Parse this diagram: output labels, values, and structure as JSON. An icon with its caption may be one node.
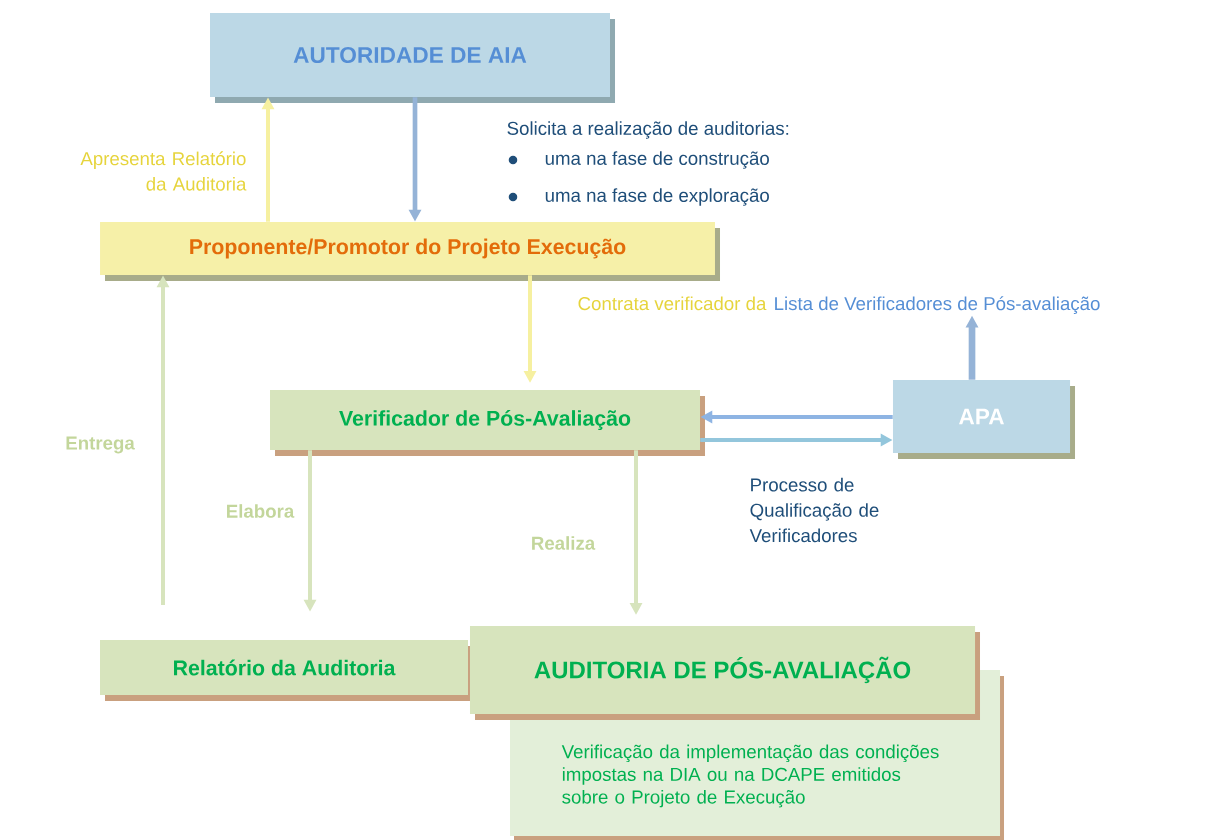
{
  "diagram": {
    "nodes": [
      {
        "text": [
          "AUTORIDADE DE AIA"
        ]
      },
      {
        "text": [
          "Proponente/Promotor do Projeto Execução"
        ]
      },
      {
        "text": [
          "Verificador de Pós-Avaliação"
        ]
      },
      {
        "text": [
          "APA"
        ]
      },
      {
        "text": [
          "Relatório da Auditoria"
        ]
      },
      {
        "text": [
          "AUDITORIA DE PÓS-AVALIAÇÃO"
        ]
      },
      {
        "text": [
          "Verificação da implementação das condições impostas na DIA ou na DCAPE emitidos sobre o Projeto de Execução"
        ]
      },
      {
        "text": [
          "Lista de Verificadores de Pós-avaliação"
        ]
      }
    ],
    "edges": [
      {
        "from": 1,
        "to": 0,
        "arrow": "to",
        "label": "Apresenta Relatório da Auditoria",
        "color": "#f6f0a0"
      },
      {
        "from": 0,
        "to": 1,
        "arrow": "to",
        "label": "Solicita a realização de auditorias:",
        "color": "#95b3d7"
      },
      {
        "from": 1,
        "to": 2,
        "arrow": "to",
        "label": "Contrata verificador da",
        "color": "#f6f0a0"
      },
      {
        "from": 3,
        "to": 7,
        "arrow": "to",
        "color": "#95b3d7"
      },
      {
        "from": 3,
        "to": 2,
        "arrow": "to",
        "color": "#8eb4e3"
      },
      {
        "from": 2,
        "to": 3,
        "arrow": "to",
        "label": "Processo de Qualificação de Verificadores",
        "color": "#93c6dc"
      },
      {
        "from": 2,
        "to": 4,
        "arrow": "to",
        "label": "Elabora",
        "color": "#d7e4bd"
      },
      {
        "from": 2,
        "to": 5,
        "arrow": "to",
        "label": "Realiza",
        "color": "#d7e4bd"
      },
      {
        "from": 4,
        "to": 1,
        "arrow": "to",
        "label": "Entrega",
        "color": "#d7e4bd"
      }
    ],
    "labels": [
      "uma na fase de construção",
      "uma na fase de exploração"
    ]
  }
}
